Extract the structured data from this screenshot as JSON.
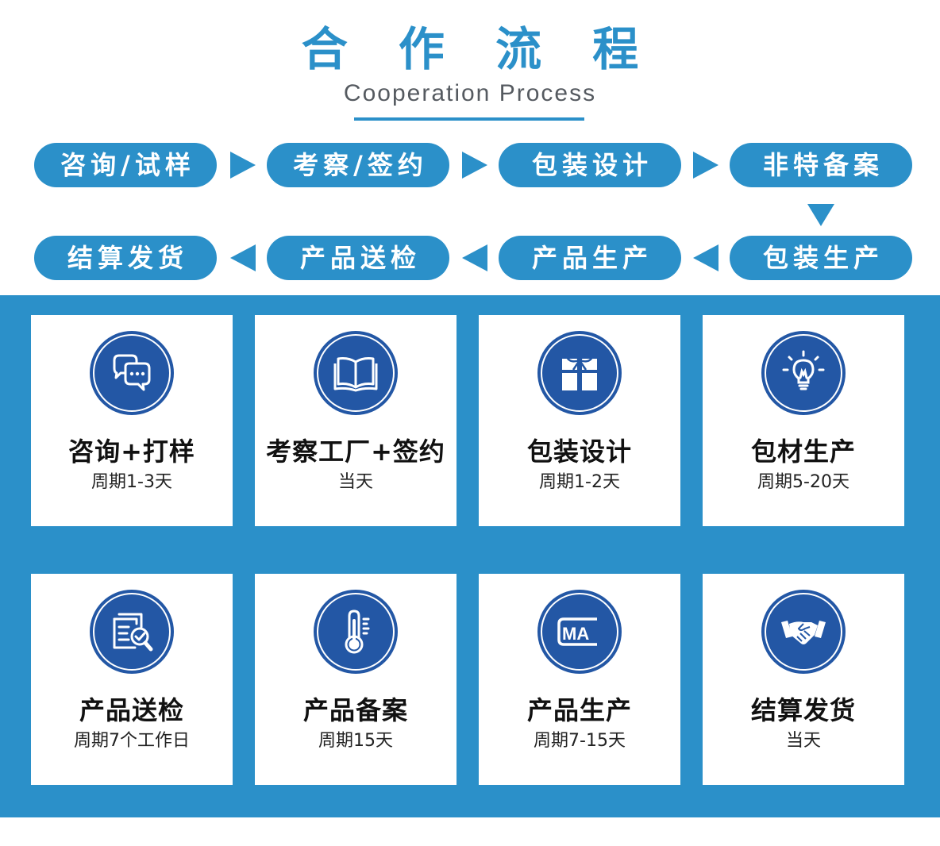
{
  "header": {
    "title": "合 作 流 程",
    "subtitle": "Cooperation Process"
  },
  "flow": {
    "row1": [
      "咨询/试样",
      "考察/签约",
      "包装设计",
      "非特备案"
    ],
    "row2": [
      "结算发货",
      "产品送检",
      "产品生产",
      "包装生产"
    ]
  },
  "cards": [
    {
      "icon": "chat-bubbles-icon",
      "title": "咨询+打样",
      "sub": "周期1-3天"
    },
    {
      "icon": "open-book-icon",
      "title": "考察工厂+签约",
      "sub": "当天"
    },
    {
      "icon": "gift-box-icon",
      "title": "包装设计",
      "sub": "周期1-2天"
    },
    {
      "icon": "light-bulb-icon",
      "title": "包材生产",
      "sub": "周期5-20天"
    },
    {
      "icon": "document-check-icon",
      "title": "产品送检",
      "sub": "周期7个工作日"
    },
    {
      "icon": "thermometer-icon",
      "title": "产品备案",
      "sub": "周期15天"
    },
    {
      "icon": "ma-certification-icon",
      "title": "产品生产",
      "sub": "周期7-15天"
    },
    {
      "icon": "handshake-icon",
      "title": "结算发货",
      "sub": "当天"
    }
  ],
  "ma_icon_text": "MA",
  "colors": {
    "accent": "#2b90c9",
    "icon_bg": "#2357a5",
    "card_bg": "#ffffff",
    "subtitle": "#555a60"
  }
}
